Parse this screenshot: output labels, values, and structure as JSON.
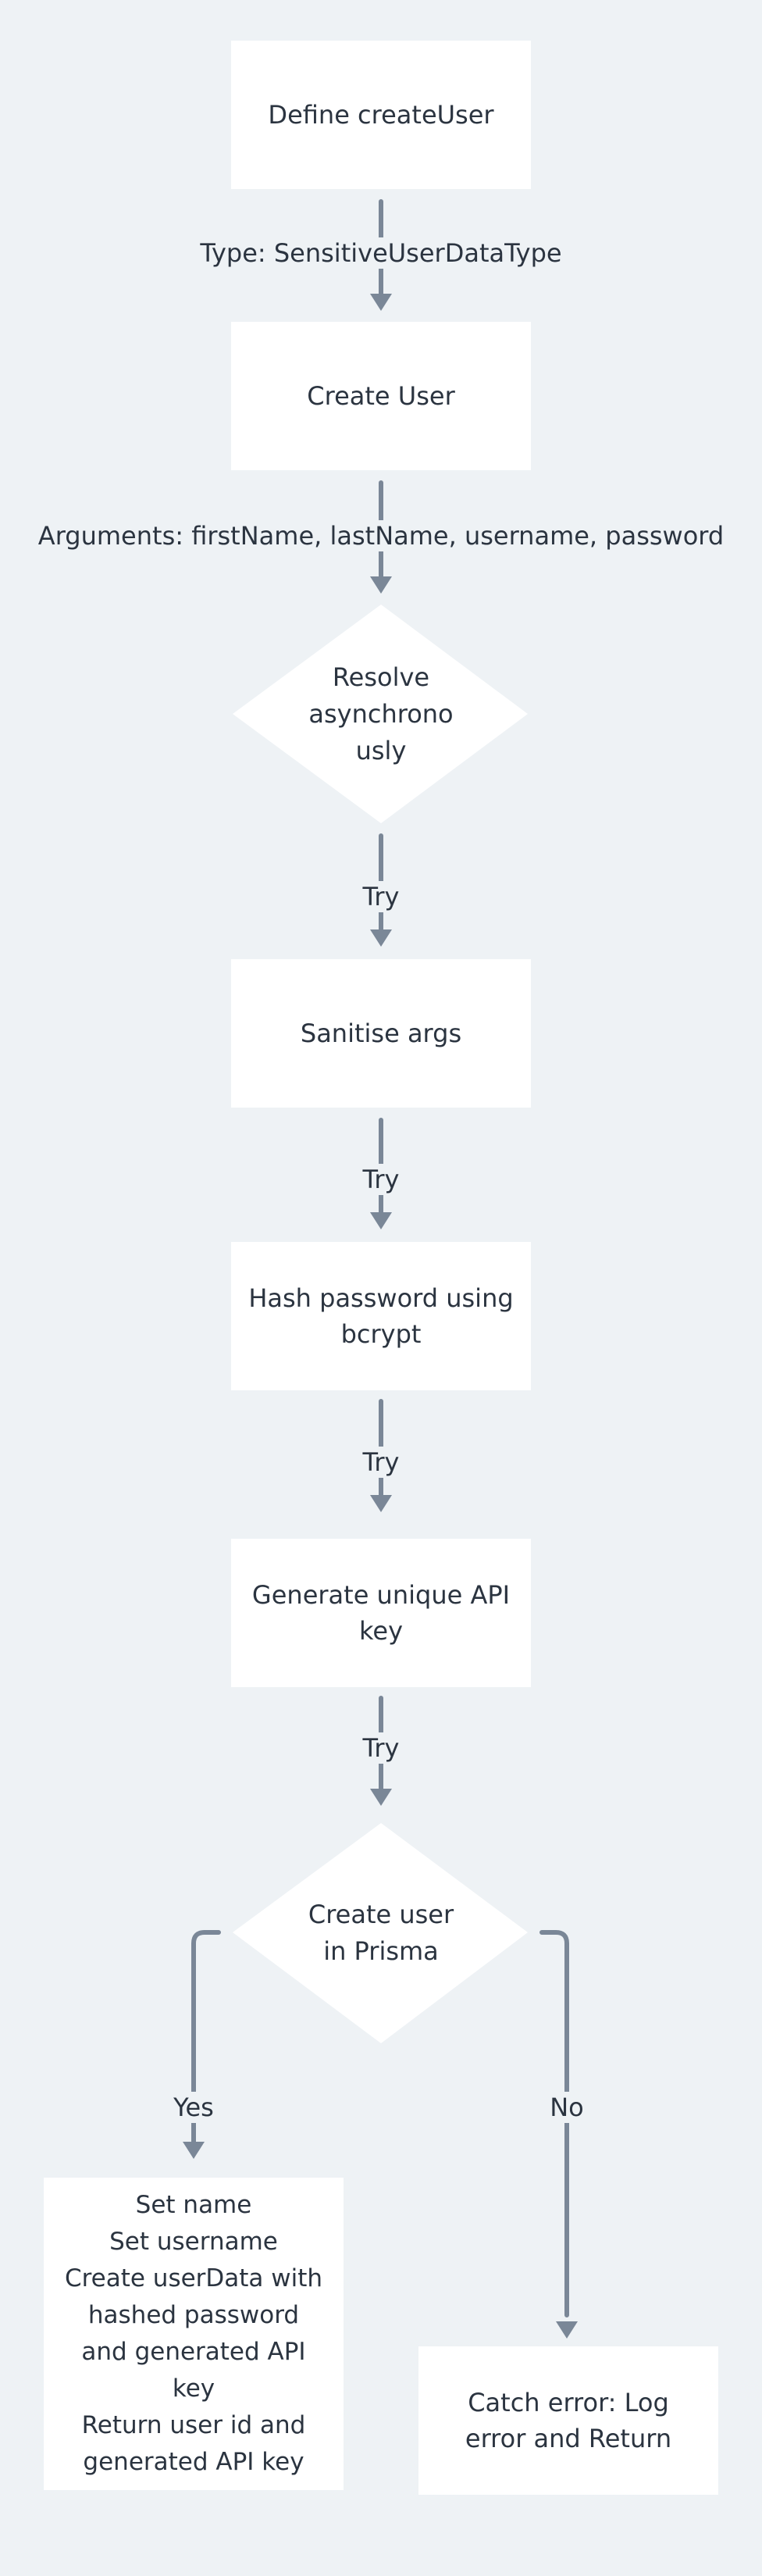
{
  "nodes": {
    "define_create_user": "Define createUser",
    "create_user": "Create User",
    "resolve_async": "Resolve\nasynchrono\nusly",
    "sanitise_args": "Sanitise args",
    "hash_password": "Hash password using\nbcrypt",
    "generate_api_key": "Generate unique API\nkey",
    "create_user_prisma": "Create user\nin Prisma",
    "success_actions": "Set name\nSet username\nCreate userData with\nhashed password\nand generated API\nkey\nReturn user id and\ngenerated API key",
    "catch_error": "Catch error: Log\nerror and Return"
  },
  "edges": {
    "type_label": "Type: SensitiveUserDataType",
    "arguments_label": "Arguments: firstName, lastName, username, password",
    "try_1": "Try",
    "try_2": "Try",
    "try_3": "Try",
    "try_4": "Try",
    "yes_label": "Yes",
    "no_label": "No"
  },
  "colors": {
    "background": "#eef2f5",
    "node_fill": "#ffffff",
    "connector": "#7a8797",
    "text": "#2b3440"
  }
}
